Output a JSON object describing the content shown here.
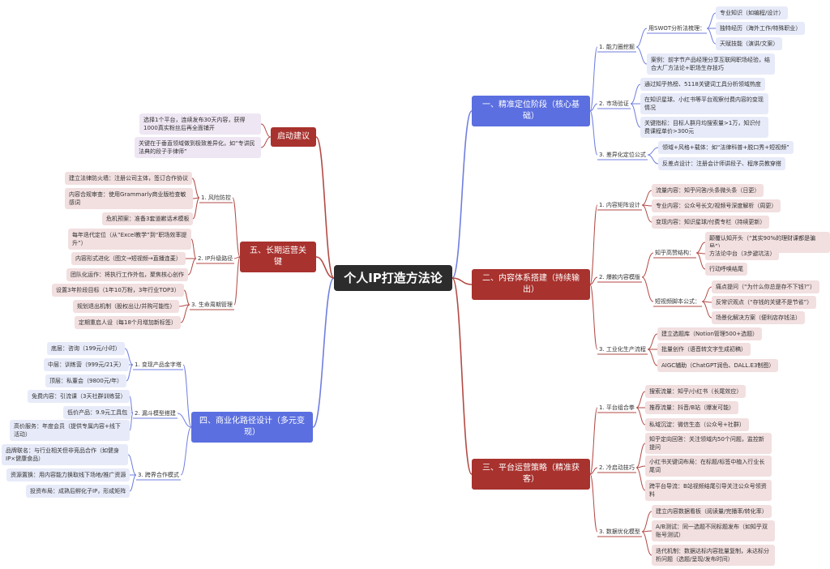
{
  "root": "个人IP打造方法论",
  "branches": {
    "b1": {
      "label": "一、精准定位阶段（核心基础）",
      "s1": {
        "label": "1. 能力圈挖掘",
        "swot": "用SWOT分析法梳理：",
        "swot_items": [
          "专业知识（如编程/设计）",
          "独特经历（海外工作/特殊职业）",
          "天赋技能（演讲/文案）"
        ],
        "case": "案例：前字节产品经理分享互联网职场经验，结合大厂方法论+职场生存技巧"
      },
      "s2": {
        "label": "2. 市场验证",
        "items": [
          "通过知乎热榜、5118关键词工具分析领域热度",
          "在知识星球、小红书等平台观察付费内容的变现情况",
          "关键指标：目标人群月均搜索量>1万，知识付费课程单价>300元"
        ]
      },
      "s3": {
        "label": "3. 差异化定位公式",
        "items": [
          "领域+风格+载体：如“法律科普+脱口秀+短视频”",
          "反差点设计：注册会计师讲段子、程序员教穿搭"
        ]
      }
    },
    "b2": {
      "label": "二、内容体系搭建（持续输出）",
      "s1": {
        "label": "1. 内容矩阵设计",
        "items": [
          "流量内容：知乎问答/头条微头条（日更）",
          "专业内容：公众号长文/视频号深度解析（周更）",
          "变现内容：知识星球/付费专栏（持续更新）"
        ]
      },
      "s2": {
        "label": "2. 爆款内容模版",
        "zhihu": "知乎高赞结构：",
        "zhihu_items": [
          "颠覆认知开头（“其实90%的理财课都是骗局”）",
          "方法论中台（3步避坑法）",
          "行动呼唤结尾"
        ],
        "video": "短视频脚本公式：",
        "video_items": [
          "痛点提问（“为什么你总是存不下钱?”）",
          "反常识观点（“存钱的关键不是节省”）",
          "场景化解决方案（便利店存钱法）"
        ]
      },
      "s3": {
        "label": "3. 工业化生产流程",
        "items": [
          "建立选题库（Notion管理500+选题）",
          "批量创作（语音转文字生成初稿）",
          "AIGC辅助（ChatGPT润色、DALL.E3制图）"
        ]
      }
    },
    "b3": {
      "label": "三、平台运营策略（精准获客）",
      "s1": {
        "label": "1. 平台组合拳",
        "items": [
          "搜索流量：知乎/小红书（长尾效应）",
          "推荐流量：抖音/B站（爆发可能）",
          "私域沉淀：微信生态（公众号+社群）"
        ]
      },
      "s2": {
        "label": "2. 冷启动技巧",
        "items": [
          "知乎定向回答：关注领域内50个问题，监控新提问",
          "小红书关键词布局：在标题/标签中植入行业长尾词",
          "跨平台导流：B站视频结尾引导关注公众号领资料"
        ]
      },
      "s3": {
        "label": "3. 数据优化模型",
        "items": [
          "建立内容数据看板（阅读量/完播率/转化率）",
          "A/B测试：同一选题不同标题发布（如知乎双账号测试）",
          "迭代机制：数据达标内容批量复制，未达标分析问题（选题/呈现/发布时间）"
        ]
      }
    },
    "b4": {
      "label": "四、商业化路径设计（多元变现）",
      "s1": {
        "label": "1. 变现产品金字塔",
        "items": [
          "底层：咨询（199元/小时）",
          "中层：训练营（999元/21天）",
          "顶层：私董会（9800元/年）"
        ]
      },
      "s2": {
        "label": "2. 漏斗模型搭建",
        "items": [
          "免费内容：引流课（3天社群训练营）",
          "低价产品：9.9元工具包",
          "高价服务：年度会员（提供专属内容+线下活动）"
        ]
      },
      "s3": {
        "label": "3. 跨界合作模式",
        "items": [
          "品牌联名：与行业相关但非竞品合作（如健身IP×健康食品）",
          "资源置换：用内容能力换取线下场地/推广资源",
          "投资布局：成熟后孵化子IP，形成矩阵"
        ]
      }
    },
    "b5": {
      "label": "五、长期运营关键",
      "s1": {
        "label": "1. 风险防控",
        "items": [
          "建立法律防火墙：注册公司主体，签订合作协议",
          "内容合规审查：使用Grammarly商业版检查敏感词",
          "危机预案：准备3套道歉话术模板"
        ]
      },
      "s2": {
        "label": "2. IP升级路径",
        "items": [
          "每年迭代定位（从“Excel教学”到“职场效率提升”）",
          "内容形式进化（图文→短视频→直播连麦）",
          "团队化运作：将执行工作外包，聚焦核心创作"
        ]
      },
      "s3": {
        "label": "3. 生命周期管理",
        "items": [
          "设置3年阶段目标（1年10万粉，3年行业TOP3）",
          "规划退出机制（股权出让/并购可能性）",
          "定期重启人设（每18个月增加新标签）"
        ]
      }
    },
    "b6": {
      "label": "启动建议",
      "items": [
        "选择1个平台，连续发布30天内容，获得1000真实粉丝后再全面铺开",
        "关键在于垂直领域做到极致差异化，如“专讲民法典的段子手律师”"
      ]
    }
  },
  "colors": {
    "blue": "#5b6fe0",
    "red": "#a8322e",
    "root": "#2c2c2c",
    "line_blue": "#6f7ee0",
    "line_red": "#b24a45"
  }
}
